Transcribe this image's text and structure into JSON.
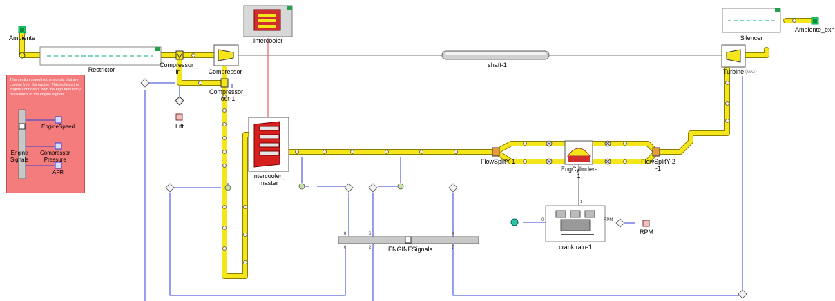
{
  "labels": {
    "ambiente": "Ambiente",
    "restrictor": "Restrictor",
    "compressor_in": "Compressor_\nin",
    "compressor": "Compressor",
    "compressor_out": "Compressor_\nout-1",
    "intercooler_top": "Intercooler",
    "shaft": "shaft-1",
    "silencer": "Silencer",
    "ambiente_exh": "Ambiente_exh",
    "turbine": "Turbine",
    "turbine_wg": "(WG)",
    "lift": "Lift",
    "intercooler_master": "Intercooler_\nmaster",
    "flowsplit_1": "FlowSplitY-1",
    "engcylinder": "EngCylinder-\n1",
    "flowsplit_2": "FlowSplitY-2\n-1",
    "engine_signals_bar": "ENGINESignals",
    "cranktrain": "cranktrain-1",
    "rpm": "RPM",
    "rpm_small": "RPM"
  },
  "note": {
    "text": "This section smooths the signals that are coming from the engine. This isolates the engine controllers from the high frequency oscillations of the engine signals.",
    "bar_label": "Engine\nSignals",
    "signals": [
      "EngineSpeed",
      "Compressor\nPressure",
      "AFR"
    ]
  },
  "port_numbers": {
    "bar_top": [
      "8",
      "6",
      "4"
    ],
    "bar_bottom": [
      "6",
      "2",
      "7"
    ],
    "crank_left": "0",
    "crank_top": "1"
  },
  "colors": {
    "pipe": "#f5e61c",
    "pipe_edge": "#8a7f00",
    "signal": "#2e3bd6",
    "link_red": "#e84040",
    "note_bg": "#f47c7c",
    "box_bg": "#ffffff",
    "bar_bg": "#c8c8c8"
  },
  "icons": {
    "ambiente": "green-boundary-icon",
    "ambiente_exh": "green-boundary-icon",
    "compressor": "compressor-icon",
    "turbine": "turbine-icon",
    "intercooler": "heat-exchanger-icon",
    "engine_cylinder": "cylinder-icon",
    "cranktrain": "engine-block-icon"
  }
}
